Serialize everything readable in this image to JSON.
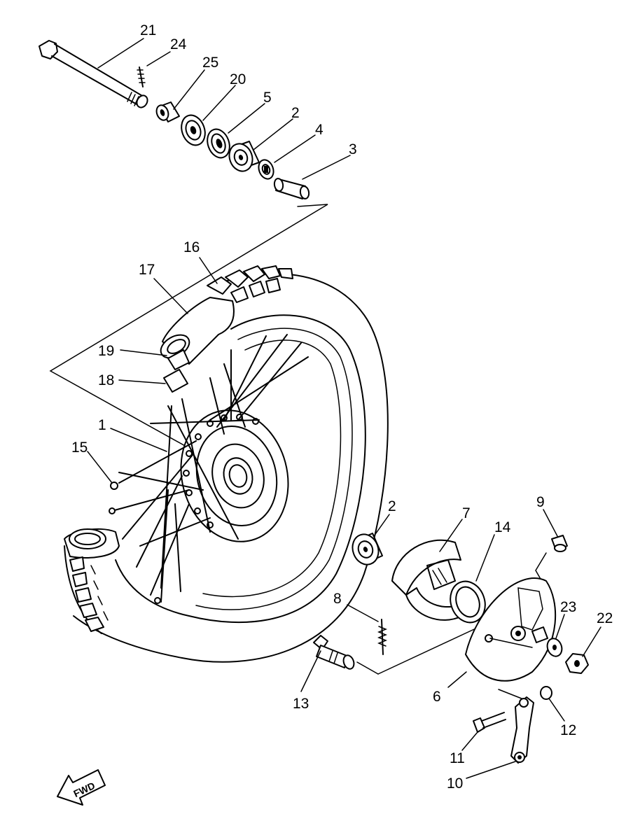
{
  "callouts": [
    "1",
    "2",
    "3",
    "4",
    "5",
    "6",
    "7",
    "8",
    "9",
    "10",
    "11",
    "12",
    "13",
    "14",
    "15",
    "16",
    "17",
    "18",
    "19",
    "20",
    "21",
    "22",
    "23",
    "24",
    "25",
    "2"
  ],
  "fwd_label": "FWD"
}
